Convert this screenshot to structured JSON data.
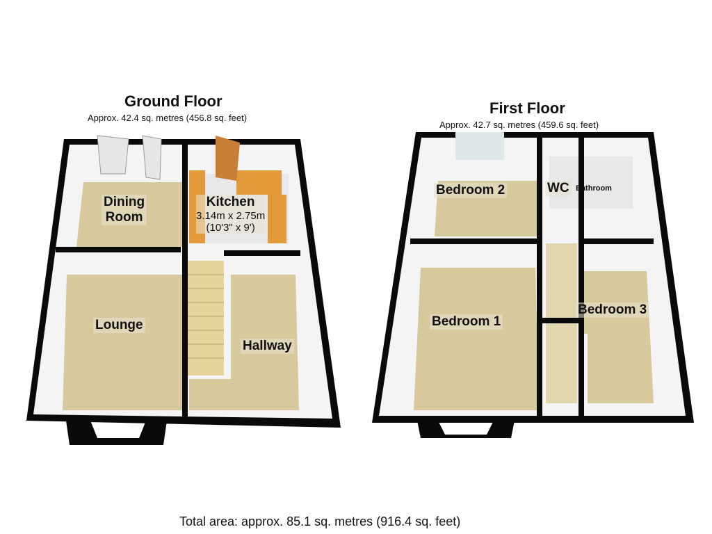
{
  "ground_floor": {
    "title": "Ground Floor",
    "area": "Approx. 42.4 sq. metres (456.8 sq. feet)",
    "rooms": {
      "dining": [
        "Dining",
        "Room"
      ],
      "kitchen": {
        "name": "Kitchen",
        "dim_m": "3.14m x 2.75m",
        "dim_ft": "(10'3\" x 9')"
      },
      "lounge": "Lounge",
      "hallway": "Hallway"
    }
  },
  "first_floor": {
    "title": "First Floor",
    "area": "Approx. 42.7 sq. metres (459.6 sq. feet)",
    "rooms": {
      "bedroom2": "Bedroom 2",
      "wc": "WC",
      "bathroom": "Bathroom",
      "bedroom1": "Bedroom 1",
      "bedroom3": "Bedroom 3"
    }
  },
  "total_area": "Total area: approx. 85.1 sq. metres (916.4 sq. feet)",
  "colors": {
    "floor": "#d8c99c",
    "wall": "#0a0a0a",
    "kitchen_counter": "#e39a3a",
    "wall_face": "#f4f4f4"
  }
}
